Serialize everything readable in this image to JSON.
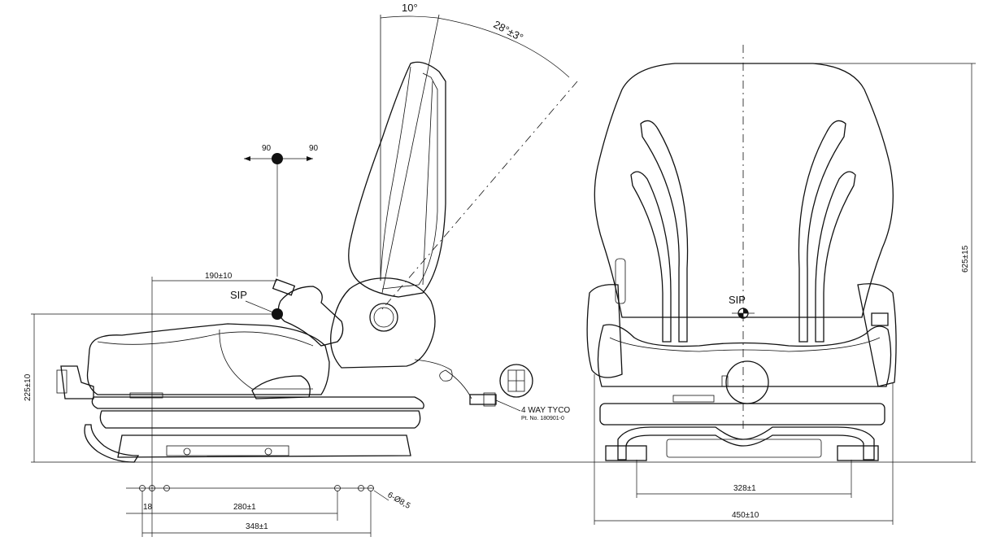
{
  "side_view": {
    "angle_back": "10°",
    "angle_recline": "28°±3°",
    "swivel_left": "90",
    "swivel_right": "90",
    "sip_label": "SIP",
    "dim_190": "190±10",
    "dim_225": "225±10",
    "dim_18": "18",
    "dim_280": "280±1",
    "dim_348": "348±1",
    "holes": "6-Ø8,5",
    "connector_name": "4 WAY TYCO",
    "connector_part": "Pt. No. 180901-0"
  },
  "front_view": {
    "sip_label": "SIP",
    "dim_625": "625±15",
    "dim_328": "328±1",
    "dim_450": "450±10"
  }
}
